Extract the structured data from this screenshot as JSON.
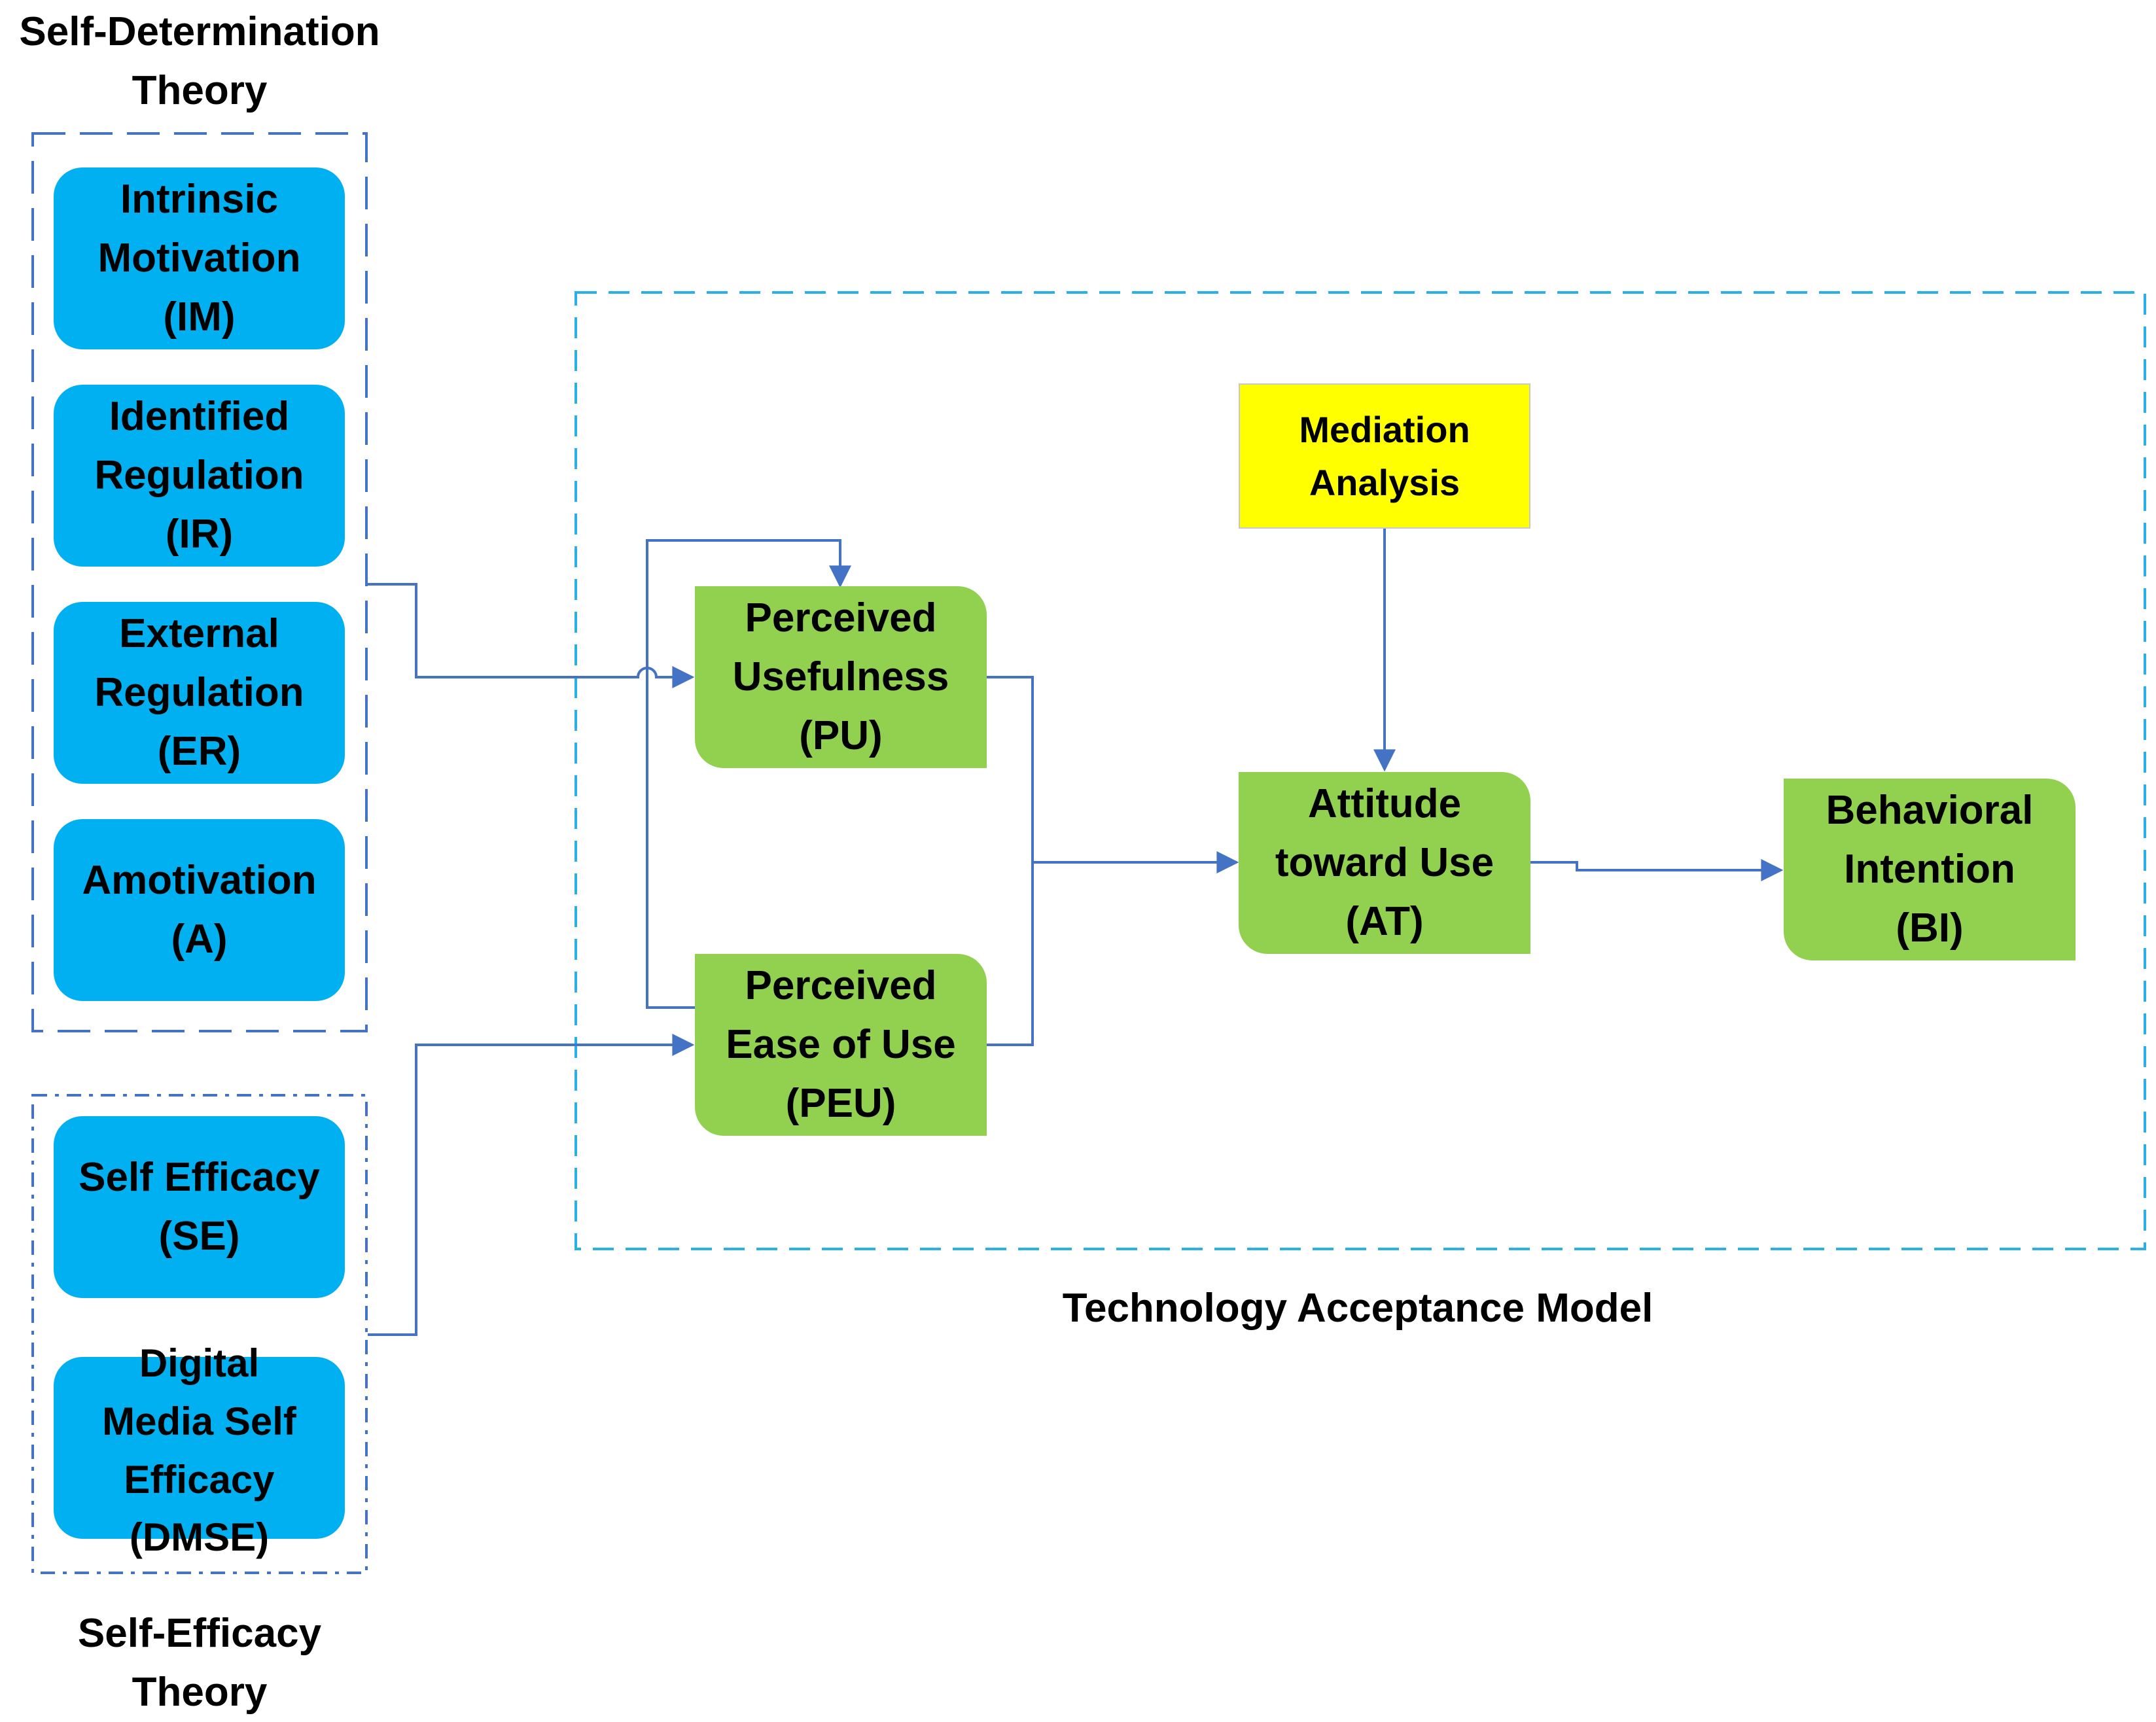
{
  "groups": {
    "sdt_title_1": "Self-Determination",
    "sdt_title_2": "Theory",
    "set_title_1": "Self-Efficacy",
    "set_title_2": "Theory",
    "tam_title": "Technology Acceptance Model"
  },
  "nodes": {
    "im": [
      "Intrinsic",
      "Motivation",
      "(IM)"
    ],
    "ir": [
      "Identified",
      "Regulation",
      "(IR)"
    ],
    "er": [
      "External",
      "Regulation",
      "(ER)"
    ],
    "a": [
      "Amotivation",
      "(A)"
    ],
    "se": [
      "Self Efficacy",
      "(SE)"
    ],
    "dmse": [
      "Digital",
      "Media Self",
      "Efficacy",
      "(DMSE)"
    ],
    "pu": [
      "Perceived",
      "Usefulness",
      "(PU)"
    ],
    "peu": [
      "Perceived",
      "Ease of Use",
      "(PEU)"
    ],
    "med": [
      "Mediation",
      "Analysis"
    ],
    "at": [
      "Attitude",
      "toward Use",
      "(AT)"
    ],
    "bi": [
      "Behavioral",
      "Intention",
      "(BI)"
    ]
  },
  "colors": {
    "sdt_fill": "#00b0f0",
    "tam_fill": "#92d050",
    "mediation_fill": "#ffff00",
    "arrow": "#4472c4",
    "tam_border": "#2ab0e8",
    "group_border": "#4472c4"
  }
}
